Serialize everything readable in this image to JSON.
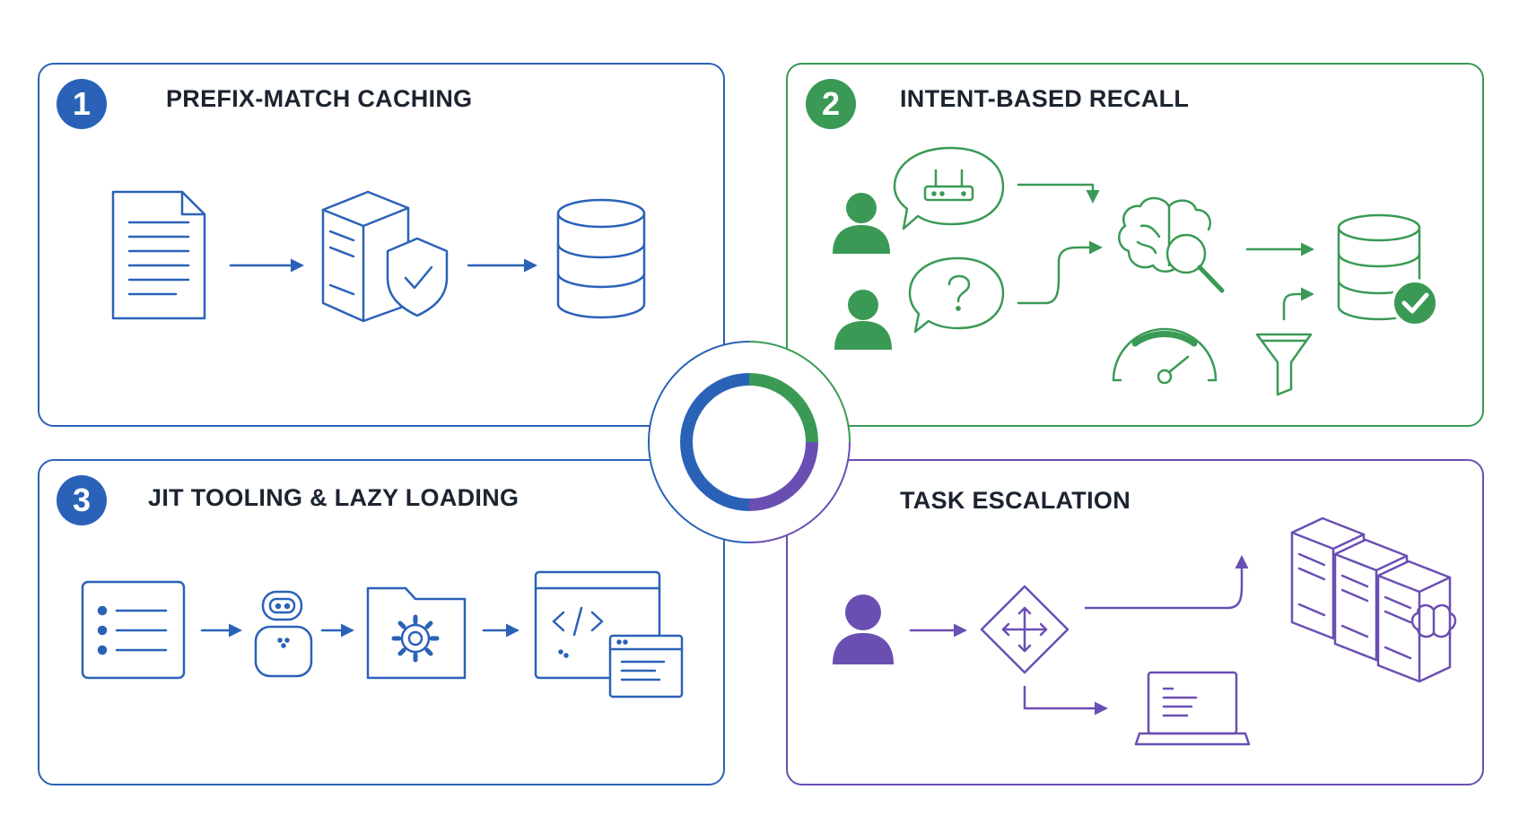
{
  "colors": {
    "blue": "#2a62b8",
    "green": "#3a9a55",
    "purple": "#6a4fb3",
    "text": "#1c2430"
  },
  "panels": [
    {
      "number": "1",
      "title": "PREFIX-MATCH CACHING",
      "color": "blue",
      "icons": [
        "document-icon",
        "shielded-server-icon",
        "database-icon"
      ]
    },
    {
      "number": "2",
      "title": "INTENT-BASED RECALL",
      "color": "green",
      "icons": [
        "user-icon",
        "router-speech-bubble-icon",
        "question-speech-bubble-icon",
        "brain-search-icon",
        "gauge-icon",
        "funnel-icon",
        "database-check-icon"
      ]
    },
    {
      "number": "3",
      "title": "JIT TOOLING & LAZY LOADING",
      "color": "blue",
      "icons": [
        "list-icon",
        "robot-icon",
        "gear-folder-icon",
        "code-window-icon"
      ]
    },
    {
      "number": "",
      "title": "TASK ESCALATION",
      "color": "purple",
      "icons": [
        "user-icon",
        "router-diamond-icon",
        "laptop-icon",
        "server-rack-icon",
        "brain-icon"
      ]
    }
  ],
  "center_ring": {
    "segments": [
      "blue",
      "green",
      "purple"
    ]
  }
}
